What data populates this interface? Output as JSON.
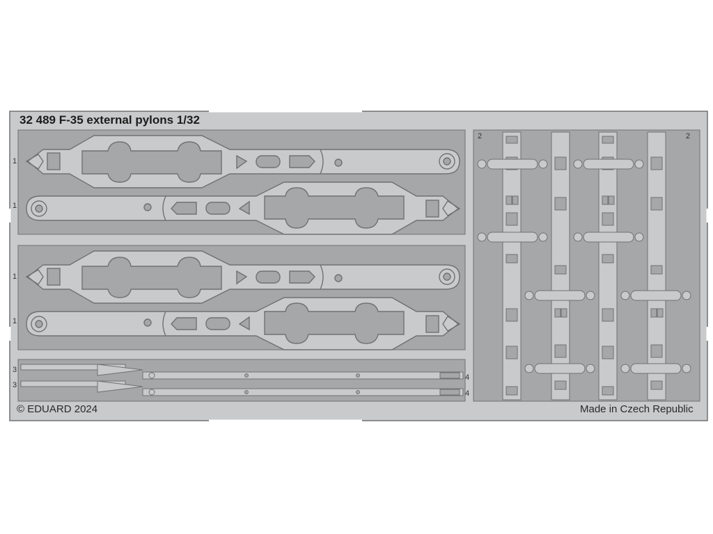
{
  "sheet": {
    "title": "32 489 F-35 external pylons 1/32",
    "copyright": "© EDUARD 2024",
    "origin": "Made in Czech Republic",
    "part_numbers": {
      "pylon_a": "1",
      "pylon_b": "1",
      "pylon_c": "1",
      "pylon_d": "1",
      "rails_left": "2",
      "rails_right": "2",
      "strip_upper_left": "3",
      "strip_lower_left": "3",
      "strip_upper_right": "4",
      "strip_lower_right": "4"
    },
    "colors": {
      "metal": "#c8cacb",
      "recess": "#a5a7a8",
      "outline": "#6f7172",
      "background": "#ffffff"
    }
  }
}
